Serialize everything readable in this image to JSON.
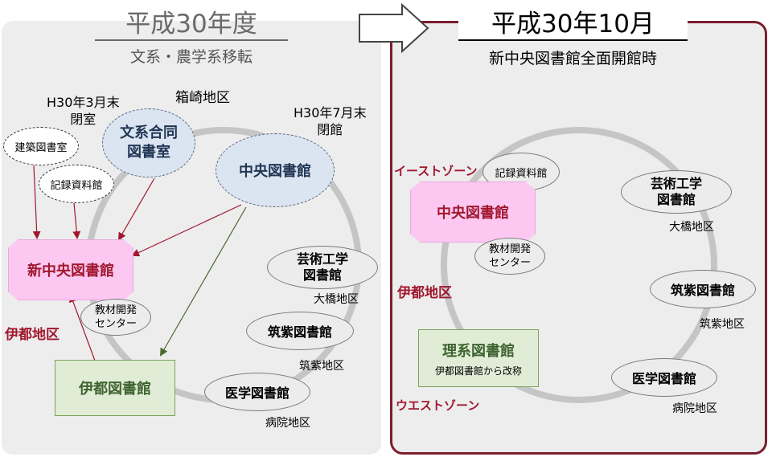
{
  "left": {
    "title": "平成30年度",
    "subtitle": "文系・農学系移転",
    "label_hakozaki": "箱崎地区",
    "label_march": "H30年3月末\n閉室",
    "label_july": "H30年7月末\n閉館",
    "nodes": {
      "kenchiku": "建築図書室",
      "kiroku": "記録資料館",
      "bunkei": "文系合同\n図書室",
      "chuo": "中央図書館",
      "shinchuo": "新中央図書館",
      "kyozai": "教材開発\nセンター",
      "ito": "伊都図書館",
      "geijutsu": "芸術工学\n図書館",
      "chikushi": "筑紫図書館",
      "igaku": "医学図書館"
    },
    "region": {
      "ito_area": "伊都地区",
      "ohashi": "大橋地区",
      "chikushi": "筑紫地区",
      "byoin": "病院地区"
    }
  },
  "right": {
    "title": "平成30年10月",
    "subtitle": "新中央図書館全面開館時",
    "east_zone": "イーストゾーン",
    "west_zone": "ウエストゾーン",
    "ito_area": "伊都地区",
    "nodes": {
      "kiroku": "記録資料館",
      "chuo": "中央図書館",
      "kyozai": "教材開発\nセンター",
      "rikei_title": "理系図書館",
      "rikei_note": "伊都図書館から改称",
      "geijutsu": "芸術工学\n図書館",
      "chikushi": "筑紫図書館",
      "igaku": "医学図書館"
    },
    "region": {
      "ohashi": "大橋地区",
      "chikushi": "筑紫地区",
      "byoin": "病院地区"
    }
  },
  "colors": {
    "accent_red": "#a0182e",
    "panel_border": "#7a1e2e",
    "arrow_red": "#a0182e",
    "arrow_green": "#4b6a33"
  }
}
